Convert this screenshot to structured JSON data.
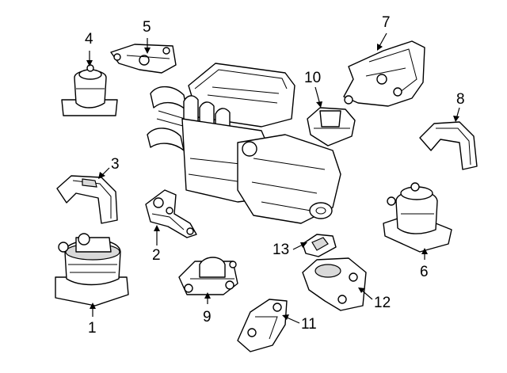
{
  "callouts": {
    "c1": "1",
    "c2": "2",
    "c3": "3",
    "c4": "4",
    "c5": "5",
    "c6": "6",
    "c7": "7",
    "c8": "8",
    "c9": "9",
    "c10": "10",
    "c11": "11",
    "c12": "12",
    "c13": "13"
  },
  "colors": {
    "line": "#000000",
    "background": "#ffffff",
    "shade": "#d9d9d9"
  }
}
